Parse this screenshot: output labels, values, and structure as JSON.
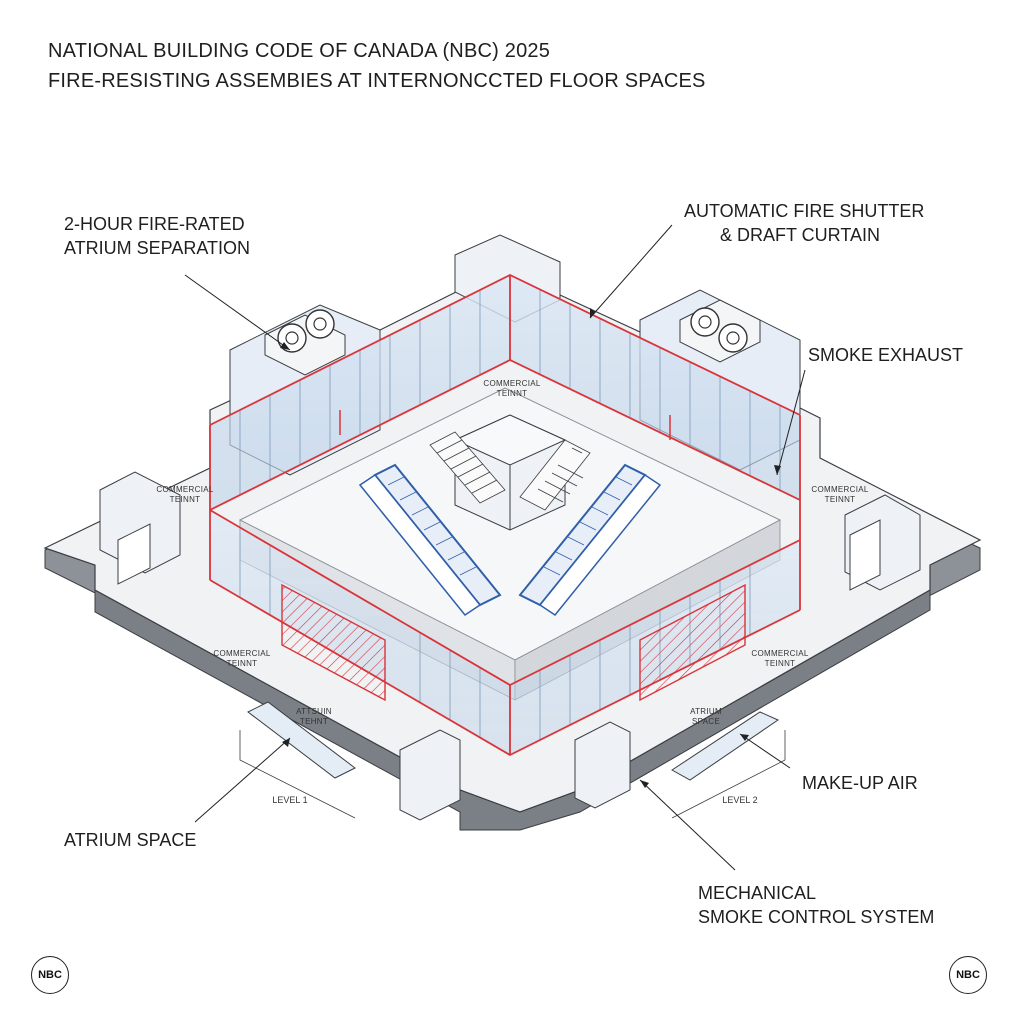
{
  "title": {
    "line1": "NATIONAL BUILDING CODE OF CANADA (NBC) 2025",
    "line2": "FIRE-RESISTING ASSEMBIES AT INTERNONCCTED FLOOR SPACES"
  },
  "callouts": {
    "separation_line1": "2-HOUR FIRE-RATED",
    "separation_line2": "ATRIUM SEPARATION",
    "shutter_line1": "AUTOMATIC FIRE SHUTTER",
    "shutter_line2": "& DRAFT CURTAIN",
    "smoke_exhaust": "SMOKE EXHAUST",
    "makeup_air": "MAKE-UP AIR",
    "atrium_space": "ATRIUM SPACE",
    "mech_line1": "MECHANICAL",
    "mech_line2": "SMOKE CONTROL SYSTEM"
  },
  "floor_labels": {
    "top_line1": "COMMERCIAL",
    "top_line2": "TEINNT",
    "left_line1": "COMMERCIAL",
    "left_line2": "TEINNT",
    "right_line1": "COMMERCIAL",
    "right_line2": "TEINNT",
    "lower_left_line1": "COMMERCIAL",
    "lower_left_line2": "TEINNT",
    "lower_right_line1": "COMMERCIAL",
    "lower_right_line2": "TEINNT",
    "atrium_left_line1": "ATTSUIN",
    "atrium_left_line2": "TEHNT",
    "atrium_right_line1": "ATRIUM",
    "atrium_right_line2": "SPACE",
    "level1": "LEVEL 1",
    "level2": "LEVEL 2"
  },
  "logos": {
    "left": "NBC",
    "right": "NBC"
  },
  "colors": {
    "fire_rated": "#d9343a",
    "escalator": "#2f5fa8",
    "glass": "#c9dcef",
    "slab": "#f1f2f4",
    "slab_edge": "#7b7f86",
    "line": "#3a3d42"
  }
}
